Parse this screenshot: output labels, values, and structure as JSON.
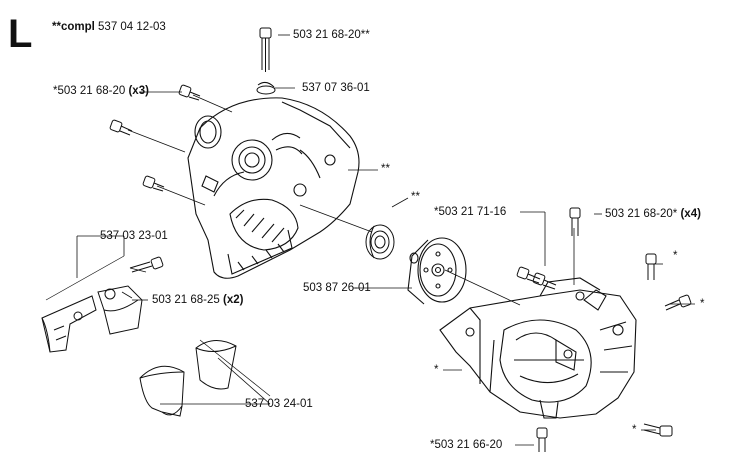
{
  "section_letter": "L",
  "kit": {
    "prefix": "**compl",
    "number": "537 04 12-03"
  },
  "labels": {
    "screw_top": "503 21 68-20**",
    "screw_x3_num": "*503 21 68-20",
    "screw_x3_qty": "(x3)",
    "clip": "537 07 36-01",
    "crankcase_ref": "**",
    "bearing_ref": "**",
    "bracket_upper": "537 03 23-01",
    "screw_x2_num": "503 21 68-25",
    "screw_x2_qty": "(x2)",
    "bracket_lower": "537 03 24-01",
    "clutch_drum": "503 87 26-01",
    "screw_7116": "*503 21 71-16",
    "screw_x4_num": "503 21 68-20*",
    "screw_x4_qty": "(x4)",
    "star_a": "*",
    "star_b": "*",
    "star_c": "*",
    "star_d": "*",
    "screw_bottom": "*503 21 66-20"
  },
  "colors": {
    "ink": "#111111",
    "background": "#ffffff"
  }
}
